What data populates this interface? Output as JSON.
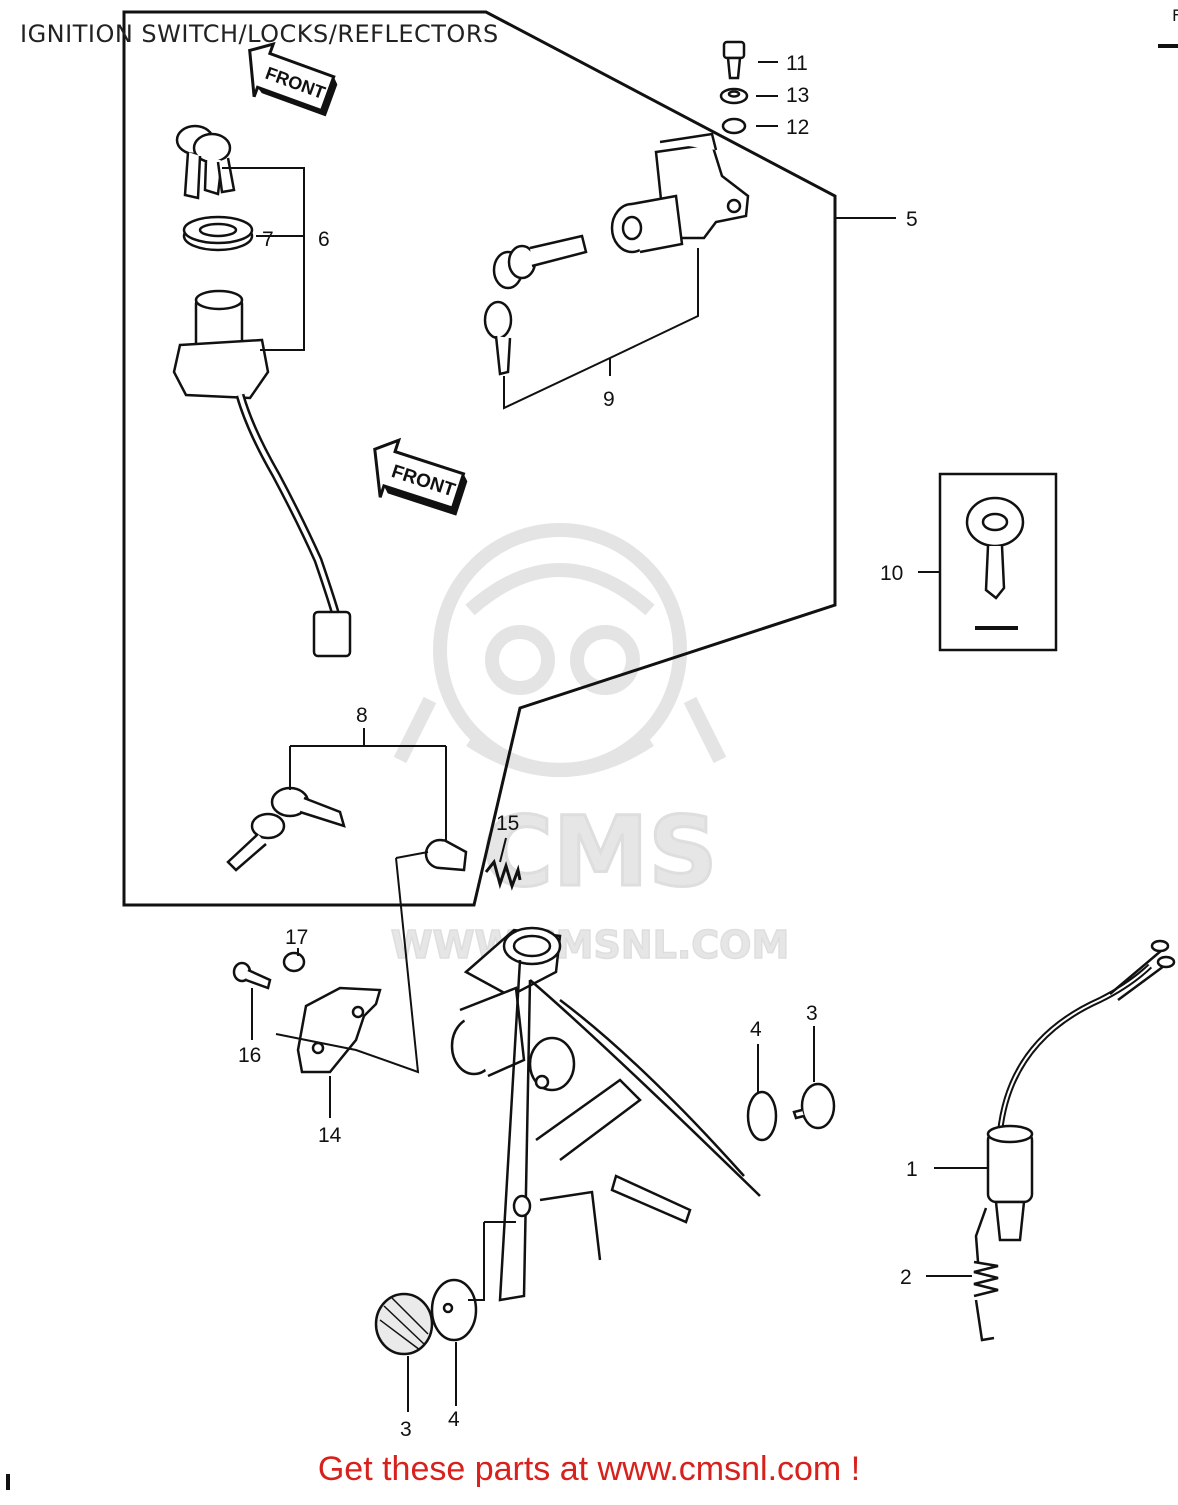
{
  "title": "IGNITION SWITCH/LOCKS/REFLECTORS",
  "corner_mark": "F",
  "front_arrow_label": "FRONT",
  "callouts": {
    "c1": "1",
    "c2": "2",
    "c3a": "3",
    "c3b": "3",
    "c4a": "4",
    "c4b": "4",
    "c5": "5",
    "c6": "6",
    "c7": "7",
    "c8": "8",
    "c9": "9",
    "c10": "10",
    "c11": "11",
    "c12": "12",
    "c13": "13",
    "c14": "14",
    "c15": "15",
    "c16": "16",
    "c17": "17"
  },
  "watermark": {
    "logo": "CMS",
    "url": "WWW.CMSNL.COM"
  },
  "footer": "Get these parts at www.cmsnl.com !",
  "colors": {
    "footer_text": "#d8201c",
    "line": "#111111",
    "watermark": "#d0d0d0"
  }
}
